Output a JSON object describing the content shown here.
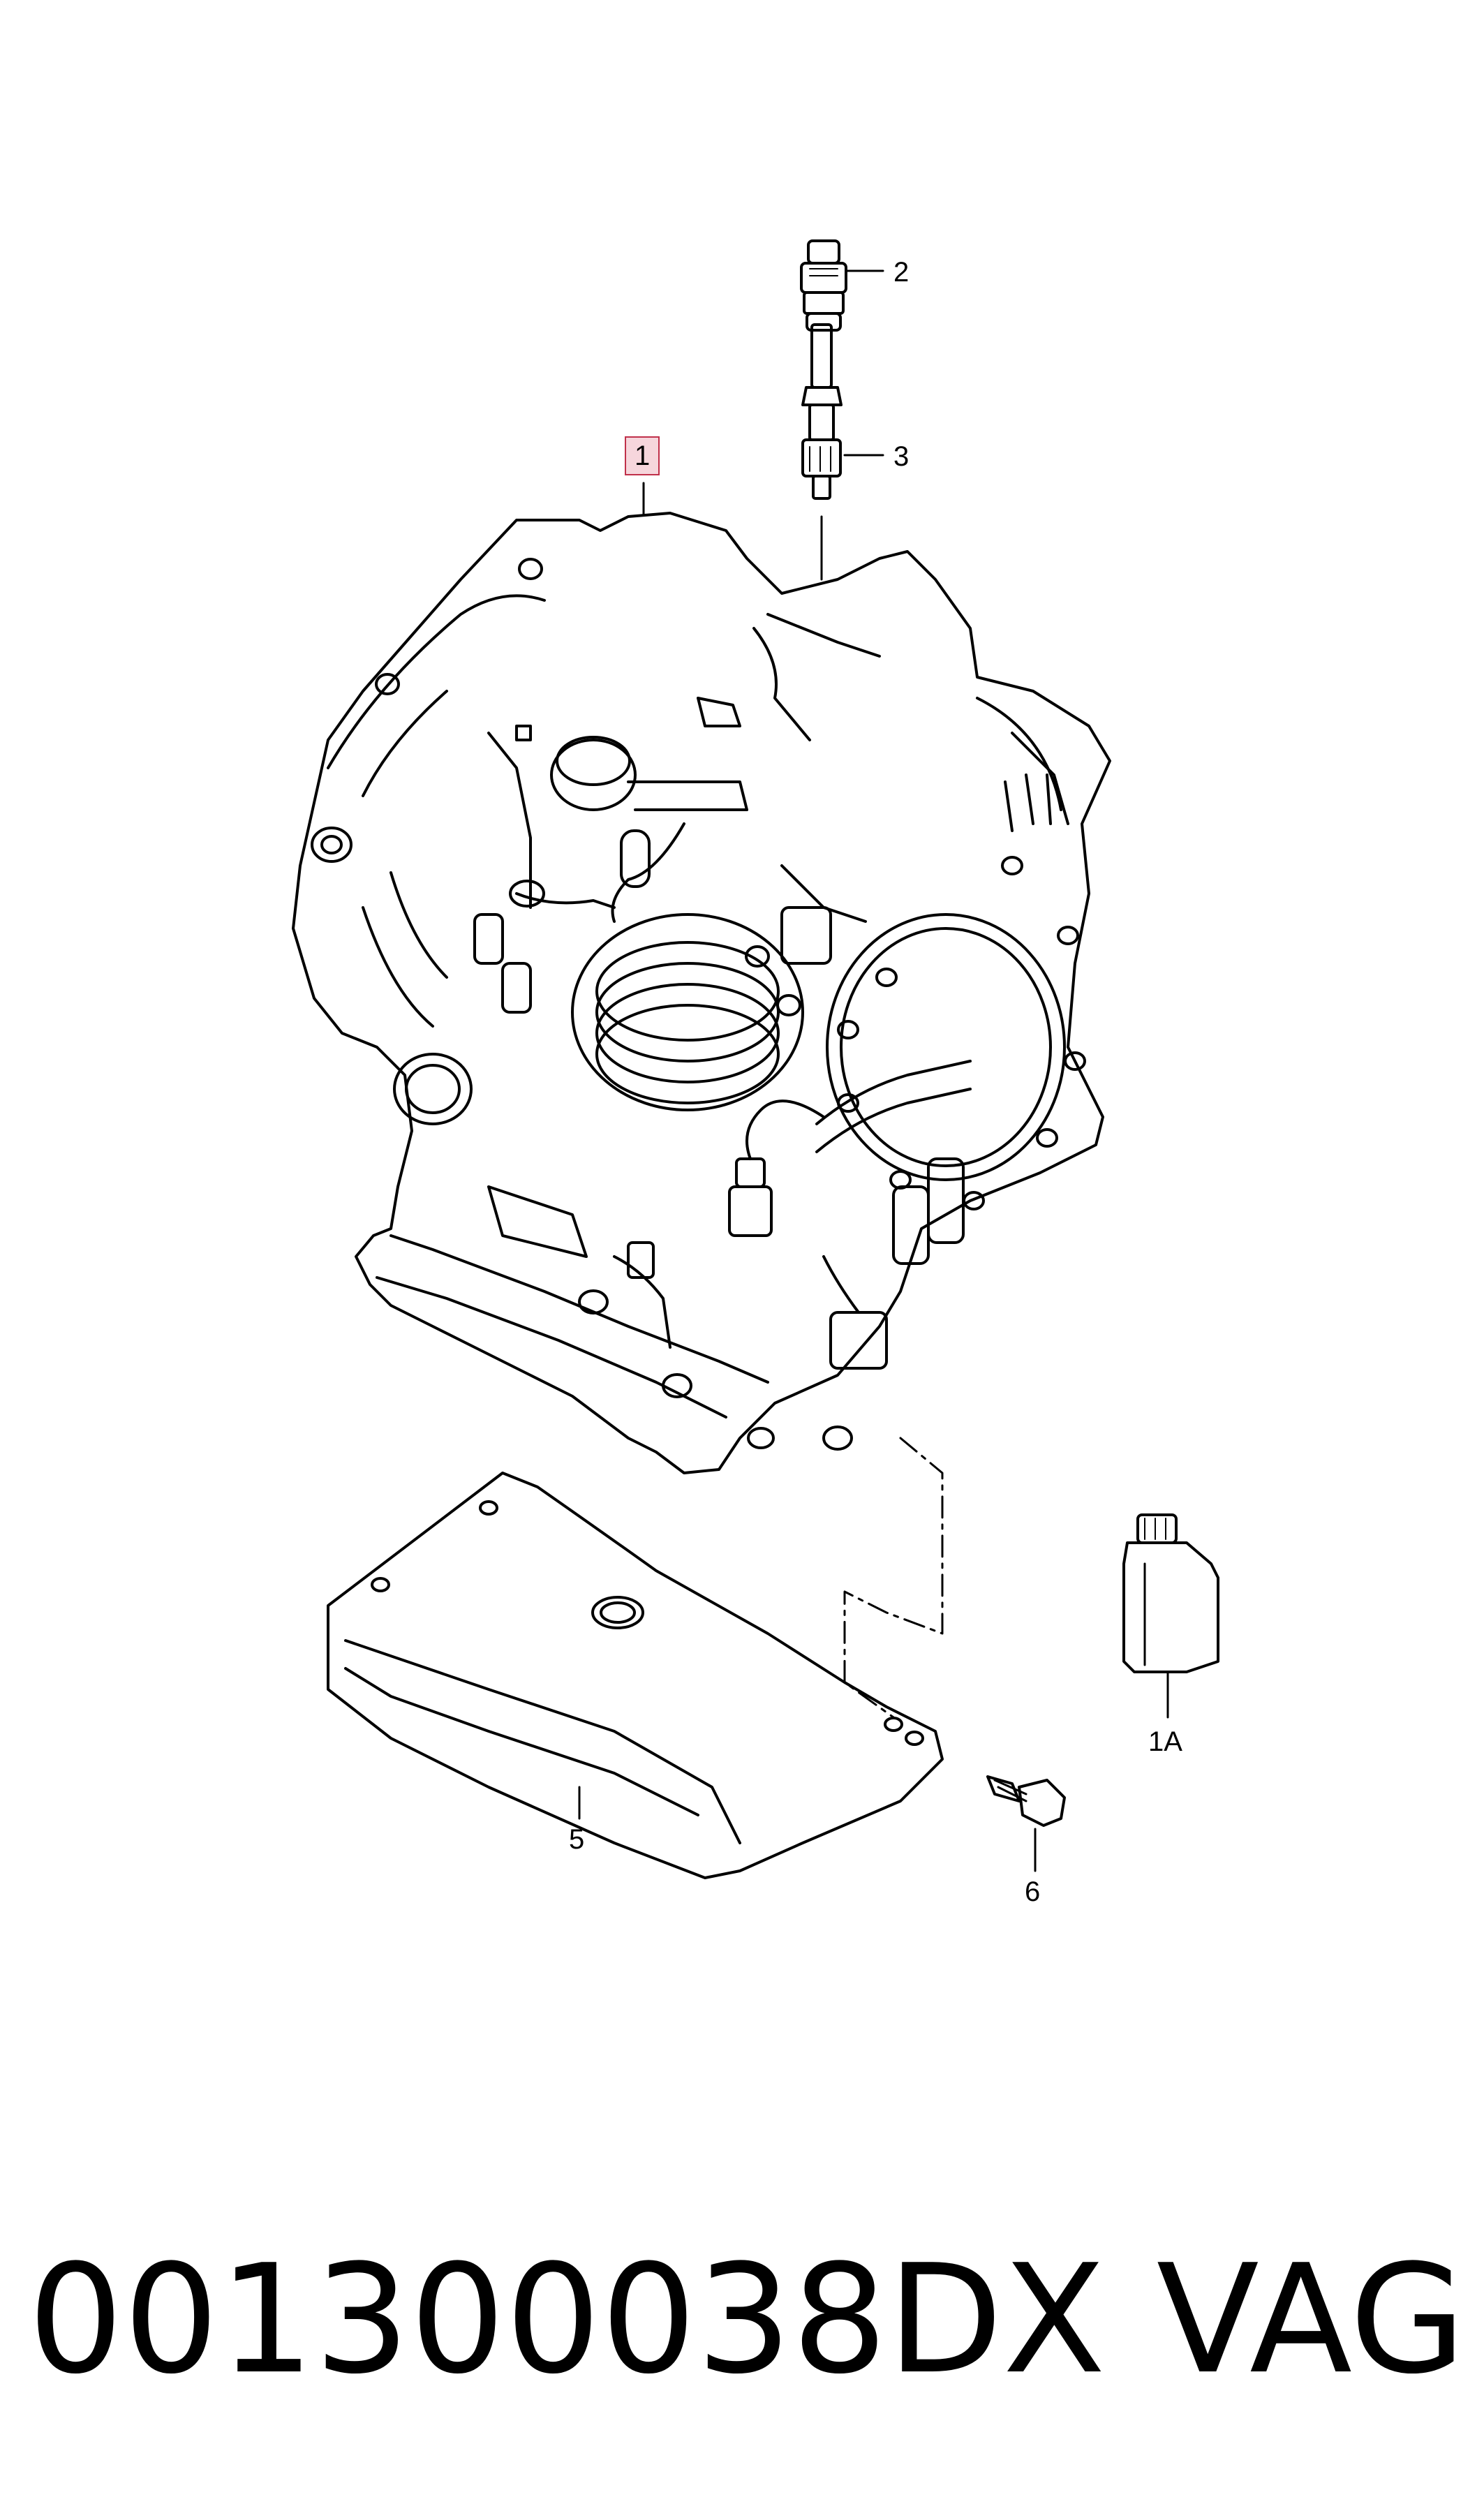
{
  "diagram": {
    "callouts": [
      {
        "id": "c1",
        "label": "1"
      },
      {
        "id": "c2",
        "label": "2"
      },
      {
        "id": "c3",
        "label": "3"
      },
      {
        "id": "c1a",
        "label": "1A"
      },
      {
        "id": "c5",
        "label": "5"
      },
      {
        "id": "c6",
        "label": "6"
      }
    ],
    "highlight_color": "#f6d6dc"
  },
  "footer": {
    "part_number": "001300038DX",
    "brand": "VAG"
  }
}
